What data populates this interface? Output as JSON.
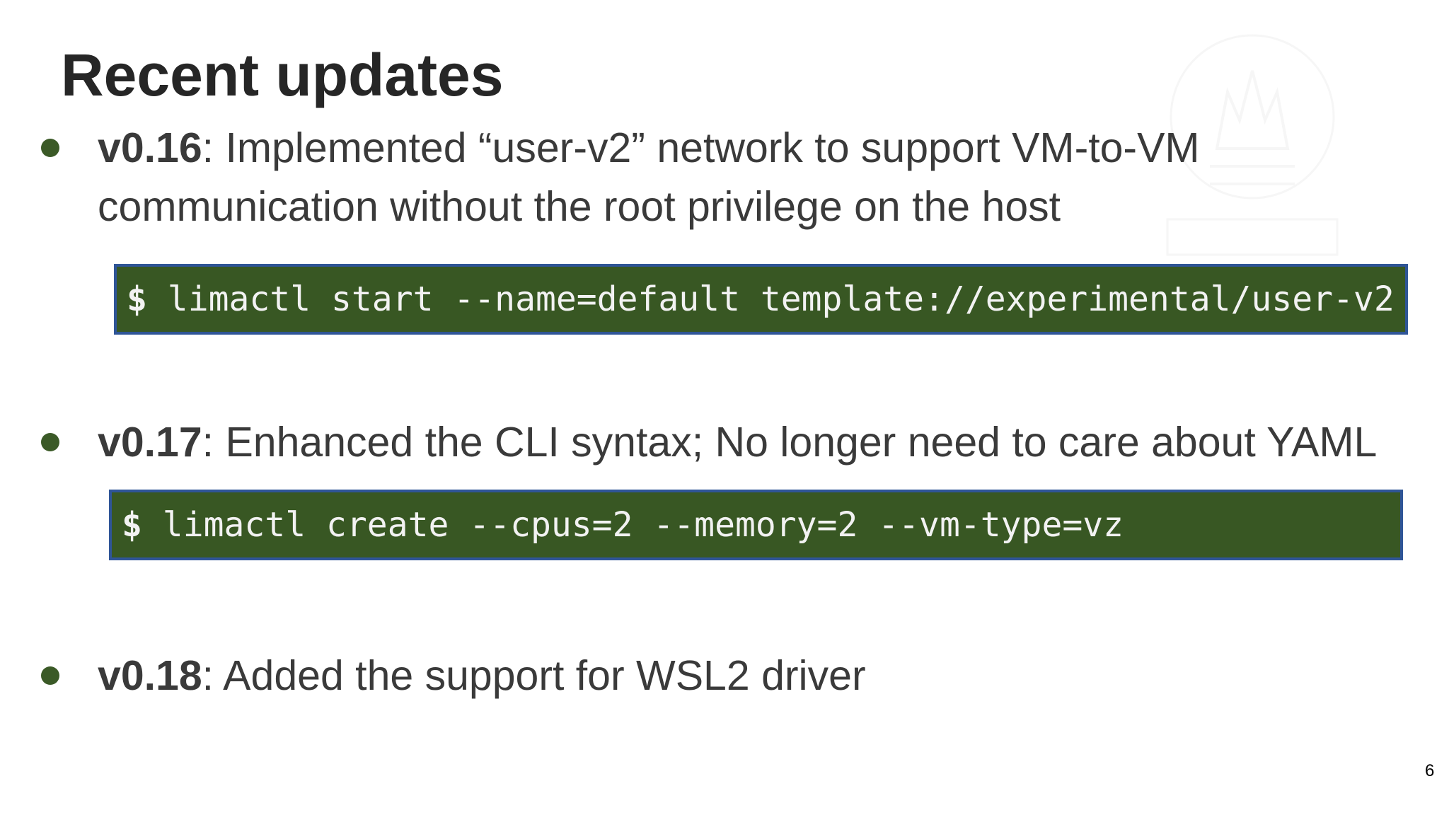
{
  "slide": {
    "title": "Recent updates",
    "page_number": "6"
  },
  "bullets": [
    {
      "version": "v0.16",
      "text": ": Implemented “user-v2” network to support VM-to-VM communication without the root privilege on the host",
      "code": {
        "prompt": "$",
        "command": " limactl start --name=default template://experimental/user-v2"
      }
    },
    {
      "version": "v0.17",
      "text": ": Enhanced the CLI syntax; No longer need to care about YAML",
      "code": {
        "prompt": "$",
        "command": " limactl create --cpus=2 --memory=2 --vm-type=vz"
      }
    },
    {
      "version": "v0.18",
      "text": ": Added the support for WSL2 driver"
    }
  ],
  "colors": {
    "bullet": "#3b5a27",
    "code_background": "#385723",
    "code_border": "#2f5597",
    "code_text": "#f2f2f2",
    "body_text": "#3a3a3a",
    "title_text": "#262626"
  },
  "watermark_icon": "promcon-flame-icon"
}
